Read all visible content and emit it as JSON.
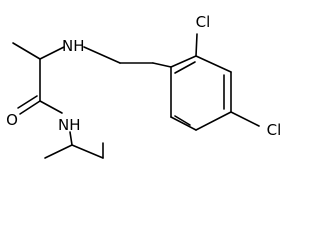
{
  "molecule": {
    "atoms": {
      "amine_nh": "H",
      "amine_n": "N",
      "chlorine_top": "Cl",
      "chlorine_right": "Cl",
      "carbonyl_o": "O",
      "amide_n": "N",
      "amide_nh": "H"
    }
  }
}
